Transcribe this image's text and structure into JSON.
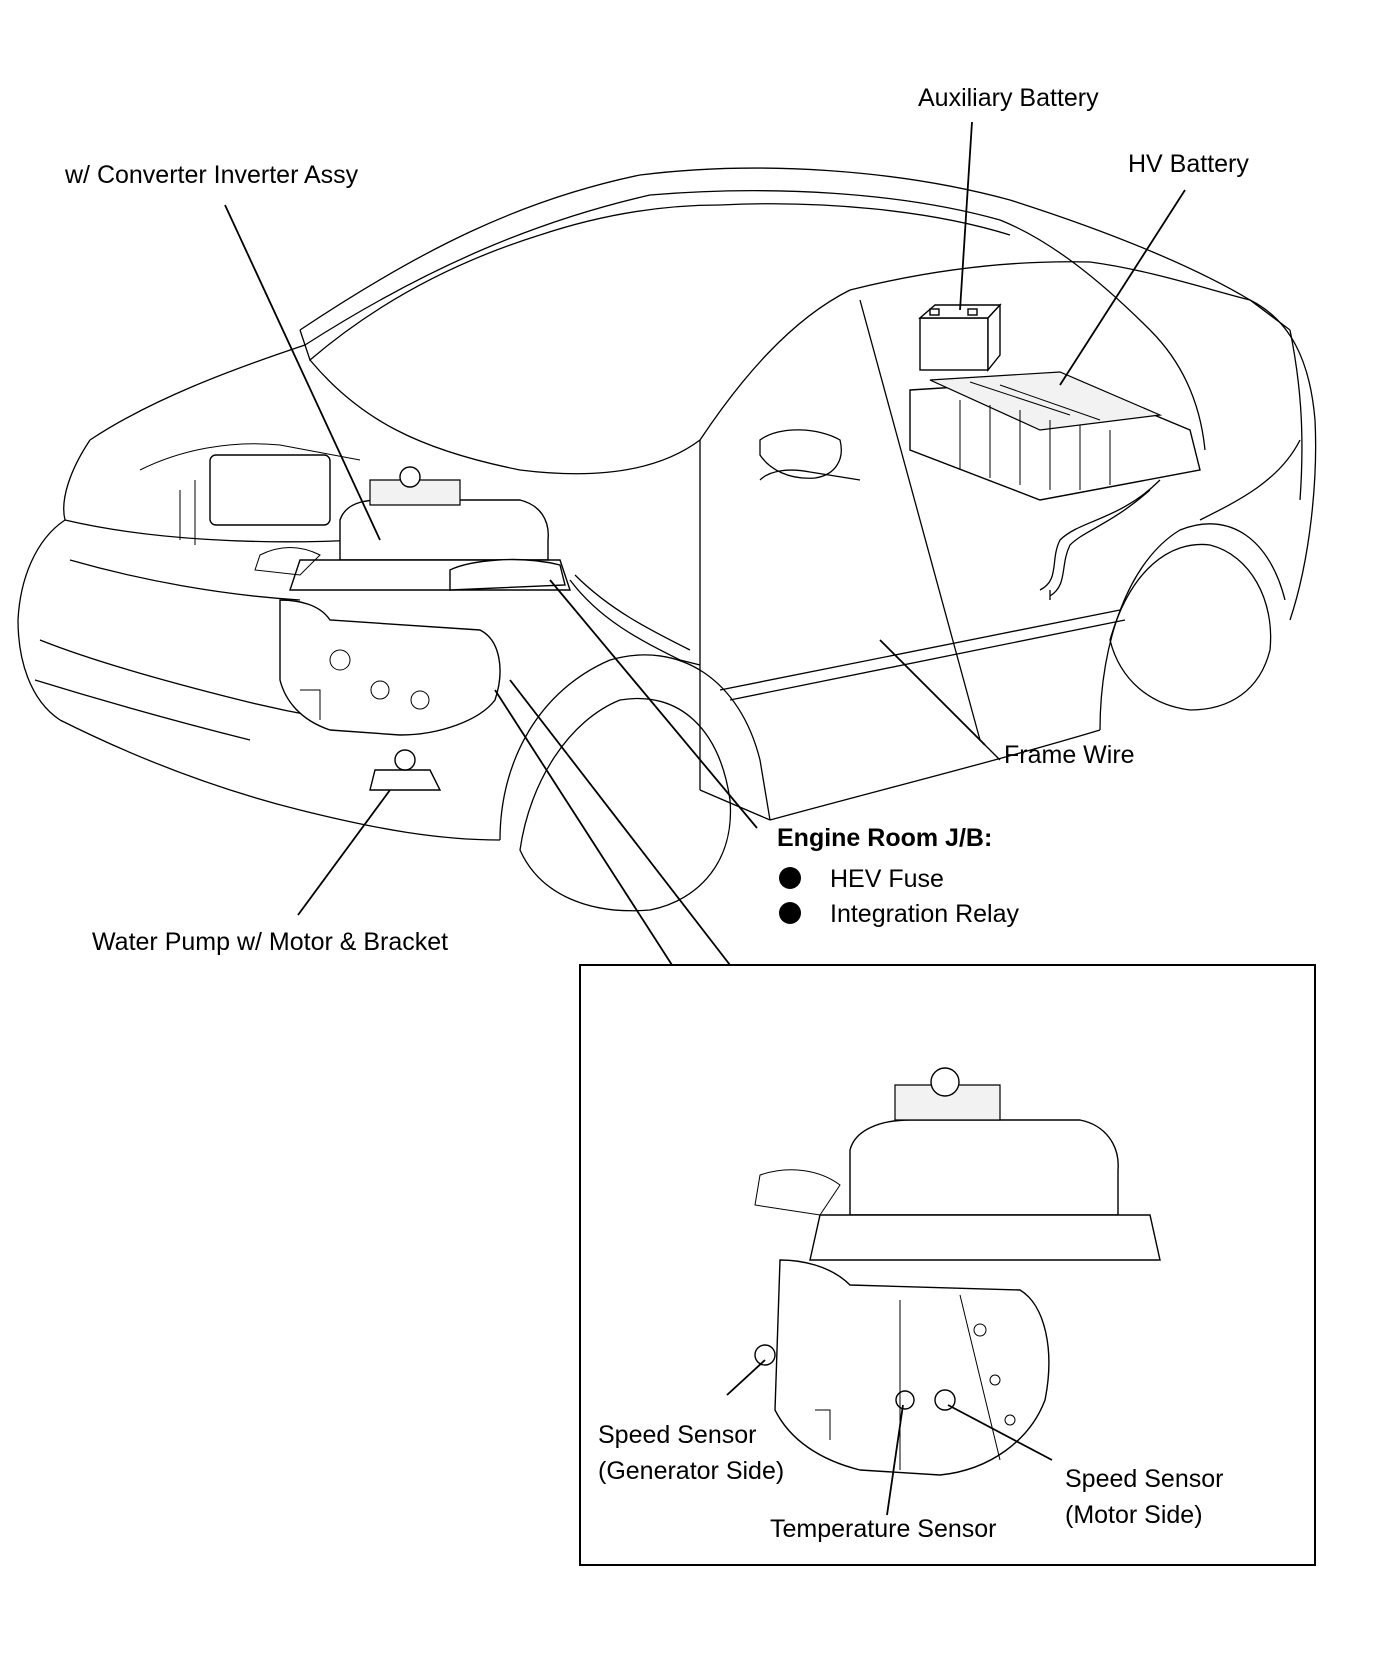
{
  "labels": {
    "auxiliary_battery": "Auxiliary Battery",
    "hv_battery": "HV Battery",
    "converter_inverter": "w/ Converter Inverter Assy",
    "frame_wire": "Frame Wire",
    "engine_room_jb": "Engine Room J/B:",
    "hev_fuse": "HEV Fuse",
    "integration_relay": "Integration Relay",
    "water_pump": "Water Pump w/ Motor & Bracket",
    "speed_sensor_gen_1": "Speed Sensor",
    "speed_sensor_gen_2": "(Generator Side)",
    "temperature_sensor": "Temperature Sensor",
    "speed_sensor_motor_1": "Speed Sensor",
    "speed_sensor_motor_2": "(Motor Side)"
  }
}
